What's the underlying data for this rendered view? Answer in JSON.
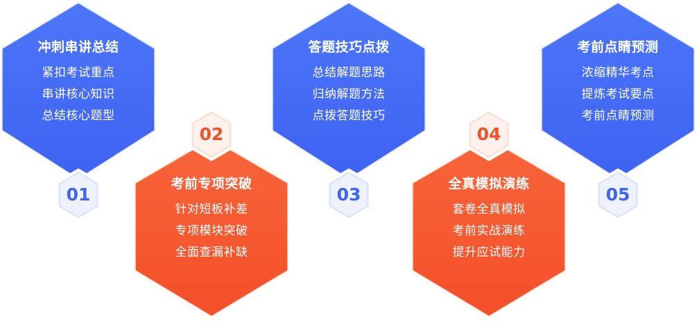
{
  "colors": {
    "blue": "#4a6ff5",
    "orange": "#f6592f",
    "badge_blue_text": "#3f63f2",
    "badge_orange_text": "#f2512c",
    "badge_blue_fill": "#eef2ff",
    "badge_orange_fill": "#fff1ec"
  },
  "steps": [
    {
      "number": "01",
      "title": "冲刺串讲总结",
      "lines": [
        "紧扣考试重点",
        "串讲核心知识",
        "总结核心题型"
      ]
    },
    {
      "number": "02",
      "title": "考前专项突破",
      "lines": [
        "针对短板补差",
        "专项模块突破",
        "全面查漏补缺"
      ]
    },
    {
      "number": "03",
      "title": "答题技巧点拨",
      "lines": [
        "总结解题思路",
        "归纳解题方法",
        "点拨答题技巧"
      ]
    },
    {
      "number": "04",
      "title": "全真模拟演练",
      "lines": [
        "套卷全真模拟",
        "考前实战演练",
        "提升应试能力"
      ]
    },
    {
      "number": "05",
      "title": "考前点睛预测",
      "lines": [
        "浓缩精华考点",
        "提炼考试要点",
        "考前点睛预测"
      ]
    }
  ]
}
